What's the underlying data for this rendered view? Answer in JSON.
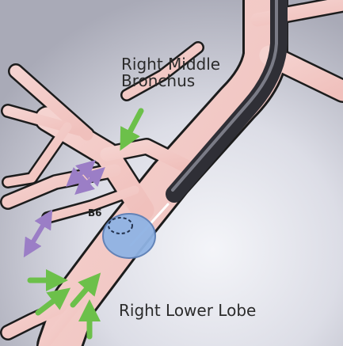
{
  "labels": {
    "right_middle_bronchus_line1": "Right Middle",
    "right_middle_bronchus_line2": "Bronchus",
    "b6": "B6",
    "right_lower_lobe": "Right Lower Lobe"
  },
  "colors": {
    "background_light": "#e6e7ef",
    "background_dark": "#b7b8c4",
    "airway_fill": "#f3c9c6",
    "airway_outline": "#1c1c1c",
    "scope_dark": "#35353d",
    "scope_highlight": "#7a7b86",
    "balloon": "#8fb3e4",
    "balloon_edge": "#5c7fb6",
    "green_arrow": "#6cc04a",
    "purple_arrow": "#9b7ec6"
  },
  "icons": [
    "green-flow-arrow",
    "purple-bidirectional-arrow",
    "balloon",
    "bronchoscope"
  ]
}
